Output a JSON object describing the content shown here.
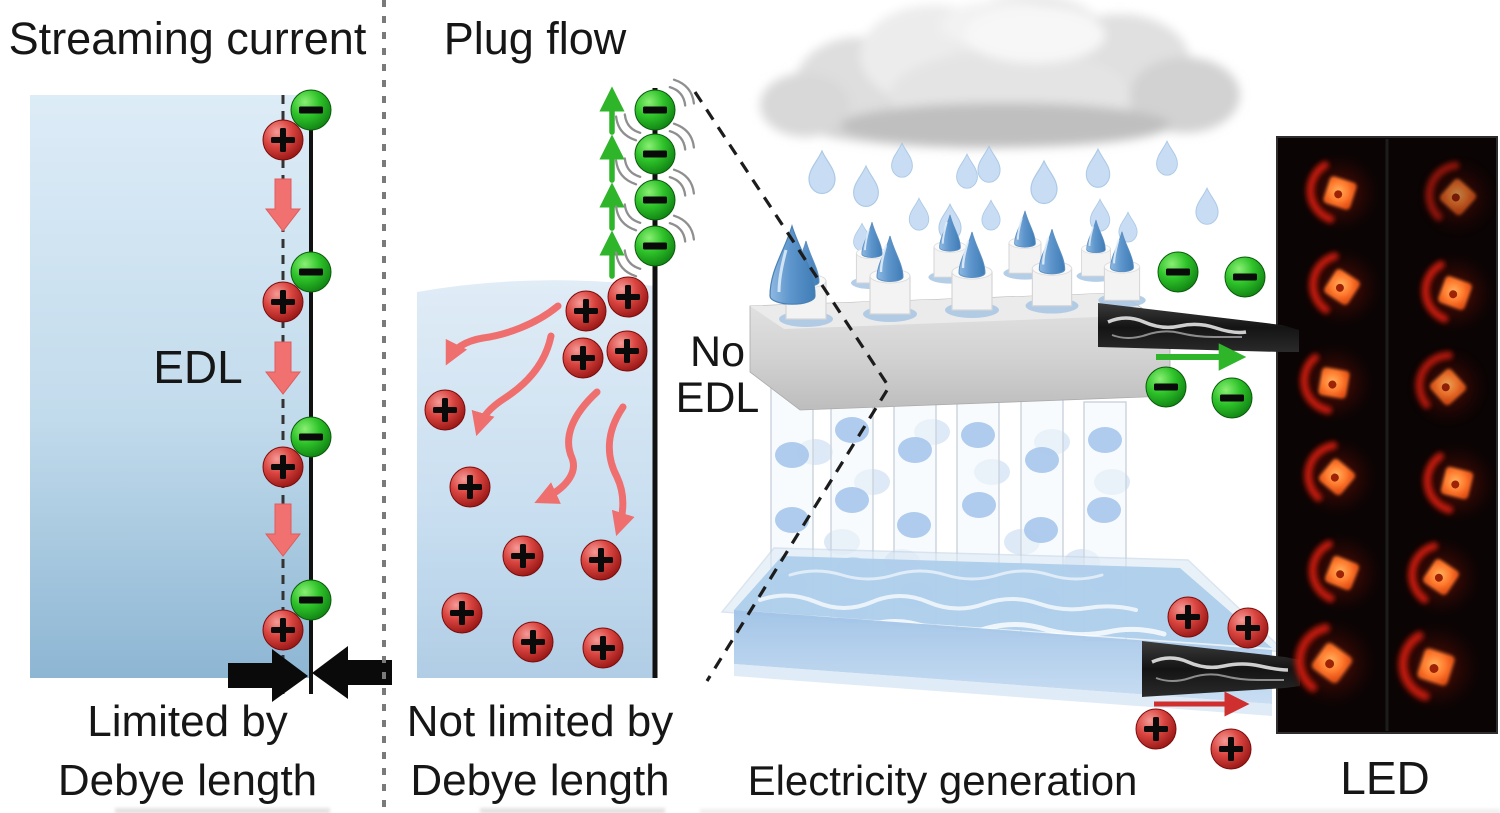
{
  "figure": {
    "panel_streaming": {
      "title": "Streaming current",
      "edl_label": "EDL",
      "caption_line1": "Limited by",
      "caption_line2": "Debye length"
    },
    "panel_plug": {
      "title": "Plug flow",
      "no_edl_line1": "No",
      "no_edl_line2": "EDL",
      "caption_line1": "Not limited by",
      "caption_line2": "Debye length"
    },
    "panel_device": {
      "caption": "Electricity generation"
    },
    "panel_led": {
      "caption": "LED",
      "rows": 6,
      "columns": 2
    },
    "symbols": {
      "positive_ion": "+",
      "negative_ion": "−"
    },
    "colors": {
      "positive_ion": "#d8413f",
      "negative_ion": "#2fc32a",
      "water_blue": "#aecdeb",
      "panel_blue_top": "#dcebf7",
      "panel_blue_bottom": "#8db6d3",
      "flow_arrow_pink": "#f17070",
      "electron_arrow_green": "#2fb52a",
      "current_arrow_red": "#d02f2f",
      "led_background": "#0a0404",
      "led_glow_orange": "#ff7b2e",
      "led_crescent_red": "#d61b0c"
    }
  }
}
